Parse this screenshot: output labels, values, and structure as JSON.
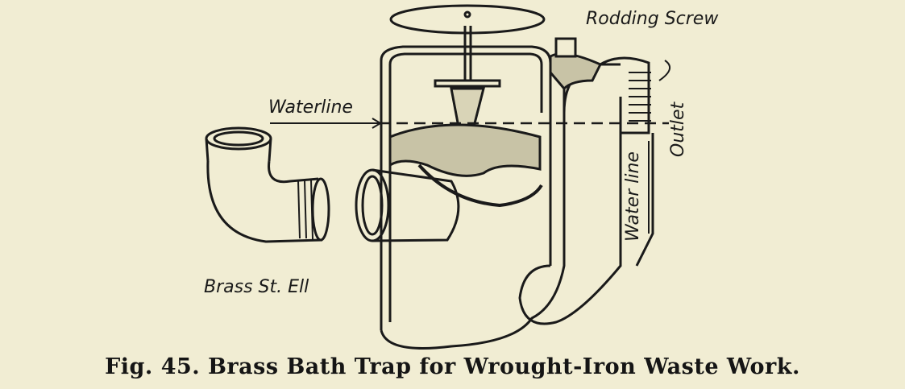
{
  "figure": {
    "labels": {
      "rodding_screw": "Rodding Screw",
      "waterline_left": "Waterline",
      "outlet": "Outlet",
      "waterline_right": "Water line",
      "brass_st_ell": "Brass St. Ell"
    },
    "caption": "Fig. 45. Brass Bath Trap for Wrought-Iron Waste Work."
  },
  "colors": {
    "background": "#f1edd3",
    "ink": "#1a1a1a",
    "shade": "#b9b59c"
  }
}
